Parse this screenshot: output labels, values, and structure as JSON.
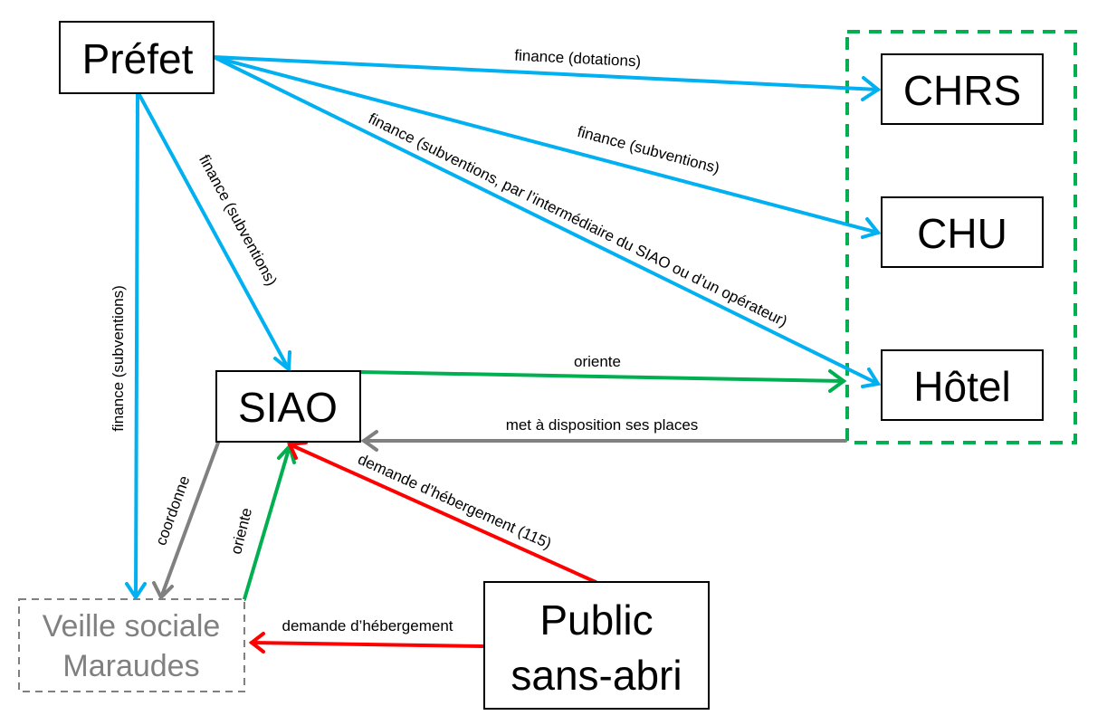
{
  "title": "Dispositif d'hébergement d'urgence",
  "colors": {
    "finance": "#00b0f0",
    "oriente": "#00b050",
    "demande": "#ff0000",
    "coordination": "#808080",
    "group_border": "#00b050",
    "veille_text": "#808080"
  },
  "nodes": {
    "prefet": {
      "label": "Préfet"
    },
    "chrs": {
      "label": "CHRS"
    },
    "chu": {
      "label": "CHU"
    },
    "hotel": {
      "label": "Hôtel"
    },
    "siao": {
      "label": "SIAO"
    },
    "veille": {
      "line1": "Veille sociale",
      "line2": "Maraudes"
    },
    "public": {
      "line1": "Public",
      "line2": "sans-abri"
    }
  },
  "edges": {
    "prefet_chrs": {
      "from": "Préfet",
      "to": "CHRS",
      "label": "finance (dotations)"
    },
    "prefet_chu": {
      "from": "Préfet",
      "to": "CHU",
      "label": "finance (subventions)"
    },
    "prefet_hotel": {
      "from": "Préfet",
      "to": "Hôtel",
      "label": "finance (subventions, par l’intermédiaire du SIAO ou d’un opérateur)"
    },
    "prefet_siao": {
      "from": "Préfet",
      "to": "SIAO",
      "label": "finance (subventions)"
    },
    "prefet_veille": {
      "from": "Préfet",
      "to": "Veille sociale",
      "label": "finance (subventions)"
    },
    "siao_hotel": {
      "from": "SIAO",
      "to": "Hôtel",
      "label": "oriente"
    },
    "group_siao": {
      "from": "CHRS/CHU/Hôtel",
      "to": "SIAO",
      "label": "met à disposition ses places"
    },
    "siao_veille": {
      "from": "SIAO",
      "to": "Veille sociale",
      "label": "coordonne"
    },
    "veille_siao": {
      "from": "Veille sociale",
      "to": "SIAO",
      "label": "oriente"
    },
    "public_siao": {
      "from": "Public sans-abri",
      "to": "SIAO",
      "label": "demande d’hébergement (115)"
    },
    "public_veille": {
      "from": "Public sans-abri",
      "to": "Veille sociale",
      "label": "demande d’hébergement"
    }
  }
}
